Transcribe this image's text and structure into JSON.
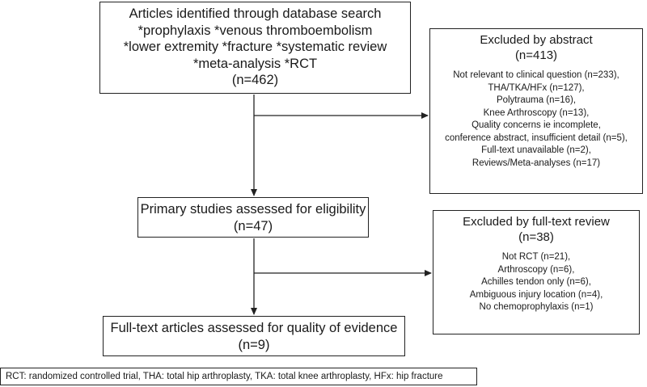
{
  "search_box": {
    "lines": [
      "Articles identified through database search",
      "*prophylaxis *venous thromboembolism",
      "*lower extremity *fracture *systematic review",
      "*meta-analysis *RCT",
      "(n=462)"
    ]
  },
  "excluded_abstract": {
    "title": "Excluded by abstract",
    "count": "(n=413)",
    "reasons": [
      "Not relevant to clinical question (n=233),",
      "THA/TKA/HFx  (n=127),",
      "Polytrauma (n=16),",
      "Knee Arthroscopy (n=13),",
      "Quality concerns ie incomplete,",
      "conference abstract, insufficient detail (n=5),",
      "Full-text unavailable (n=2),",
      "Reviews/Meta-analyses  (n=17)"
    ]
  },
  "primary_box": {
    "lines": [
      "Primary studies assessed for eligibility",
      "(n=47)"
    ]
  },
  "excluded_fulltext": {
    "title": "Excluded by full-text review",
    "count": "(n=38)",
    "reasons": [
      "Not RCT (n=21),",
      "Arthroscopy (n=6),",
      "Achilles tendon only (n=6),",
      "Ambiguous injury location (n=4),",
      "No chemoprophylaxis (n=1)"
    ]
  },
  "fulltext_box": {
    "lines": [
      "Full-text articles assessed for quality of evidence",
      "(n=9)"
    ]
  },
  "footnote": "RCT: randomized controlled trial, THA: total hip arthroplasty, TKA: total knee arthroplasty, HFx: hip fracture",
  "colors": {
    "line": "#222222",
    "text": "#1a1a1a"
  }
}
